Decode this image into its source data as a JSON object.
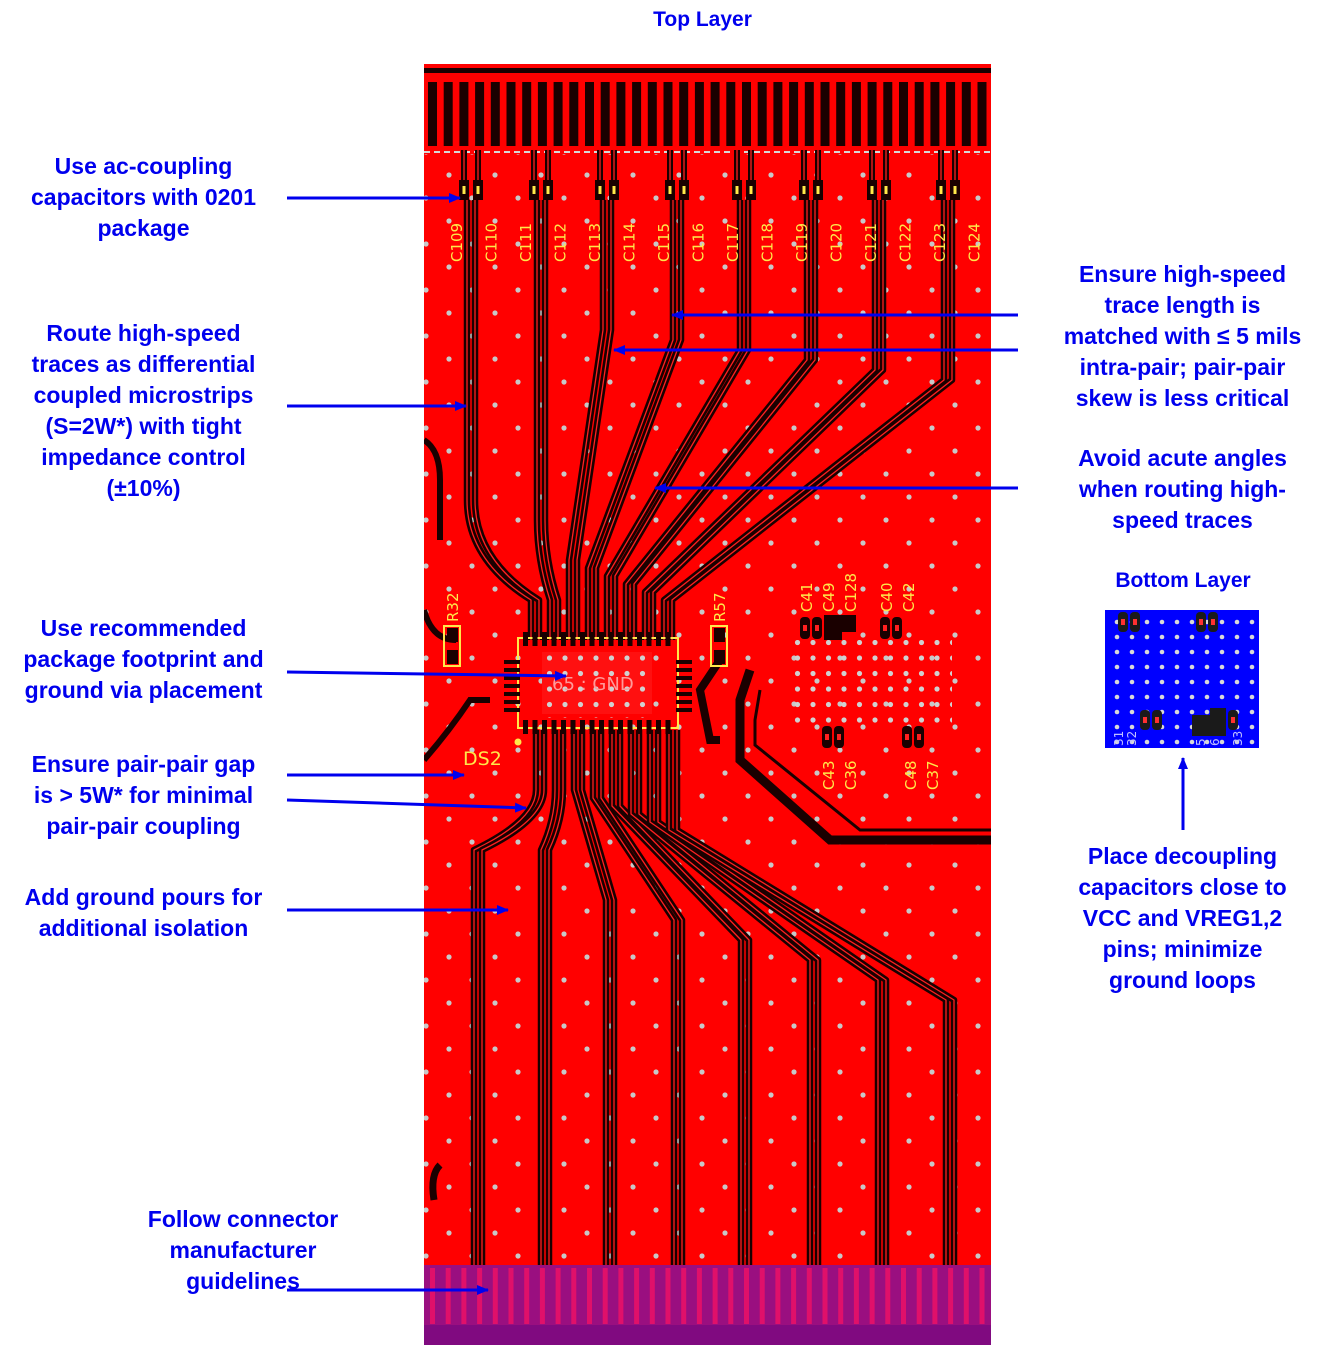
{
  "titles": {
    "top_layer": "Top Layer",
    "bottom_layer": "Bottom Layer"
  },
  "annotations": {
    "ac_coupling": "Use ac-coupling\ncapacitors with 0201\npackage",
    "differential": "Route high-speed\ntraces as differential\ncoupled microstrips\n(S=2W*) with tight\nimpedance control\n(±10%)",
    "footprint": "Use recommended\npackage footprint and\nground via placement",
    "pair_gap": "Ensure pair-pair gap\nis > 5W* for minimal\npair-pair coupling",
    "ground_pours": "Add ground pours for\nadditional isolation",
    "connector": "Follow connector\nmanufacturer\nguidelines",
    "length_match": "Ensure high-speed\ntrace length is\nmatched with ≤ 5 mils\nintra-pair;  pair-pair\nskew is less critical",
    "acute_angles": "Avoid acute angles\nwhen routing high-\nspeed traces",
    "decoupling": "Place decoupling\ncapacitors close to\nVCC and VREG1,2\npins; minimize\nground loops"
  },
  "silkscreen": {
    "caps": [
      "C109",
      "C110",
      "C111",
      "C112",
      "C113",
      "C114",
      "C115",
      "C116",
      "C117",
      "C118",
      "C119",
      "C120",
      "C121",
      "C122",
      "C123",
      "C124"
    ],
    "resistors": [
      "R32",
      "R57"
    ],
    "ic_label": "DS2",
    "pad_label": "65 : GND",
    "right_caps_top": [
      "C41",
      "C49",
      "C128",
      "C40",
      "C42"
    ],
    "right_caps_bottom": [
      "C43",
      "C36",
      "C48",
      "C37"
    ],
    "bottom_layer_labels": [
      "31",
      "32",
      "5",
      "6",
      "33"
    ]
  },
  "colors": {
    "annotation": "#0000ee",
    "top_copper": "#ff0000",
    "trace": "#1a0000",
    "bottom_copper": "#0000ff",
    "silkscreen": "#ffe84a",
    "connector": "#8a0a8a"
  }
}
